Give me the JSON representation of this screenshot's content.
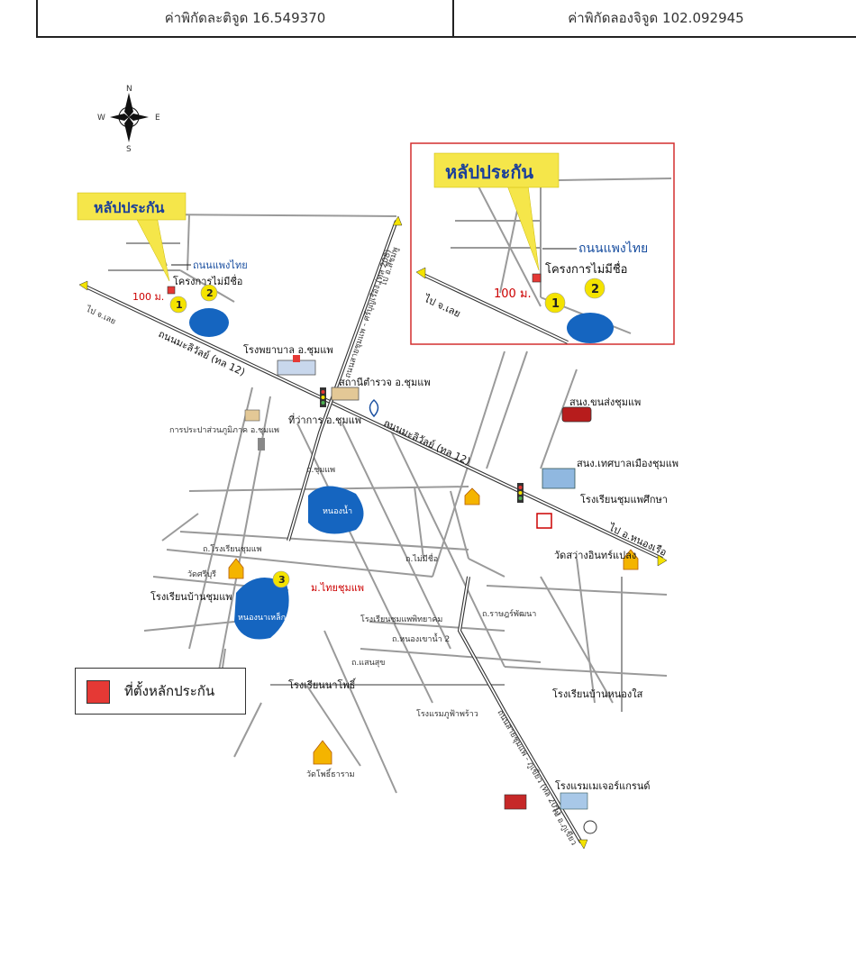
{
  "header": {
    "latitude_label": "ค่าพิกัดละติจูด 16.549370",
    "longitude_label": "ค่าพิกัดลองจิจูด 102.092945"
  },
  "compass": {
    "n": "N",
    "s": "S",
    "e": "E",
    "w": "W"
  },
  "callout": {
    "title": "หลัปประกัน"
  },
  "inset": {
    "callout_title": "หลัปประกัน",
    "road_label": "ถนนแพงไทย",
    "project_label": "โครงการไม่มีชื่อ",
    "distance_label": "100 ม.",
    "to_loei": "ไป จ.เลย",
    "marker1": "1",
    "marker2": "2"
  },
  "map": {
    "road_phaengthai": "ถนนแพงไทย",
    "project_label": "โครงการไม่มีชื่อ",
    "distance_label": "100 ม.",
    "to_loei": "ไป จ.เลย",
    "marker1": "1",
    "marker2": "2",
    "marker3": "3",
    "highway_main": "ถนนมะลิวัลย์ (ทล 12)",
    "highway_main_2": "ถนนมะลิวัลย์ (ทล 12)",
    "road_sisomboon": "ถนนสายชุมแพ - ศรีบุญเรือง (ทล 208)",
    "to_sisomboon": "ไป อ.สีชมพู",
    "hospital": "โรงพยาบาล อ.ชุมแพ",
    "police": "สถานีตำรวจ อ.ชุมแพ",
    "district_office": "ที่ว่าการ อ.ชุมแพ",
    "waterworks": "การประปาส่วนภูมิภาค อ.ชุมแพ",
    "bus_station": "สนง.ขนส่งชุมแพ",
    "municipal_office": "สนง.เทศบาลเมืองชุมแพ",
    "school_chumphaesuksa": "โรงเรียนชุมแพศึกษา",
    "to_nongruea": "ไป อ.หนองเรือ",
    "wat_sawang": "วัดสว่างอินทร์แปลง",
    "school_banchumphae": "โรงเรียนบ้านชุมแพ",
    "wat_sriburi": "วัดศรีบุรี",
    "school_phothi": "โรงเรียนนาโพธิ์",
    "wat_phothi": "วัดโพธิ์ธาราม",
    "school_nongsai": "โรงเรียนบ้านหนองใส",
    "hotel_major": "โรงแรมเมเจอร์แกรนด์",
    "road_phukhiao": "ถนนสายชุมแพ - ภูเขียว (ทล 201)",
    "to_phukhiao": "ไป อ.ภูเขียว",
    "pond_center": "หนองน้ำ",
    "pond_sw": "หนองนาเหล็ก",
    "market": "ม.ไทยชุมแพ",
    "school_wat": "โรงเรียนชุมแพพิทยาคม",
    "hotel_prao": "โรงแรมภูฟ้าพร้าว",
    "soi_a": "ถ.ราษฎร์พัฒนา",
    "soi_b": "ถ.หนองเขาน้ำ 2",
    "soi_c": "ถ.แสนสุข",
    "soi_d": "ถ.ชุมแพ",
    "soi_e": "ถ.ไม่มีชื่อ",
    "soi_f": "ถ.โรงเรียนชุมแพ"
  },
  "legend": {
    "label": "ที่ตั้งหลักประกัน"
  },
  "colors": {
    "callout": "#f5e64a",
    "pond": "#1565c0",
    "marker": "#f4e300",
    "legend_swatch": "#e53935",
    "inset_border": "#d32f2f"
  }
}
